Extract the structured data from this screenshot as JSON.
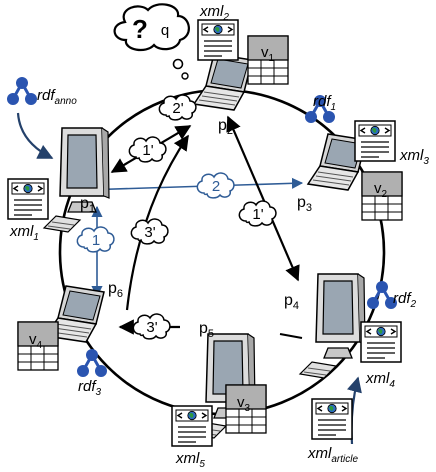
{
  "colors": {
    "ring": "#000000",
    "arrow_black": "#000000",
    "arrow_blue": "#2f5c96",
    "curved_arrow": "#24416b",
    "rdf_node": "#2a54b0",
    "screen": "#9aa6b2",
    "laptop_body": "#d6d6d6",
    "view_header": "#b0b0b0",
    "globe": "#2d6cc0",
    "globe_land": "#2e9a3c"
  },
  "peers": [
    {
      "id": "p1",
      "label": "p",
      "sub": "1",
      "device": "desktop"
    },
    {
      "id": "p2",
      "label": "p",
      "sub": "2",
      "device": "laptop"
    },
    {
      "id": "p3",
      "label": "p",
      "sub": "3",
      "device": "laptop"
    },
    {
      "id": "p4",
      "label": "p",
      "sub": "4",
      "device": "desktop"
    },
    {
      "id": "p5",
      "label": "p",
      "sub": "5",
      "device": "desktop"
    },
    {
      "id": "p6",
      "label": "p",
      "sub": "6",
      "device": "laptop"
    }
  ],
  "views": [
    {
      "id": "v1",
      "label": "v",
      "sub": "1"
    },
    {
      "id": "v2",
      "label": "v",
      "sub": "2"
    },
    {
      "id": "v3",
      "label": "v",
      "sub": "3"
    },
    {
      "id": "v4",
      "label": "v",
      "sub": "4"
    }
  ],
  "documents": [
    {
      "id": "xml1",
      "label": "xml",
      "sub": "1"
    },
    {
      "id": "xml2",
      "label": "xml",
      "sub": "2"
    },
    {
      "id": "xml3",
      "label": "xml",
      "sub": "3"
    },
    {
      "id": "xml4",
      "label": "xml",
      "sub": "4"
    },
    {
      "id": "xml5",
      "label": "xml",
      "sub": "5"
    },
    {
      "id": "xml_article",
      "label": "xml",
      "sub": "article"
    }
  ],
  "rdf_graphs": [
    {
      "id": "rdf_anno",
      "label": "rdf",
      "sub": "anno"
    },
    {
      "id": "rdf1",
      "label": "rdf",
      "sub": "1"
    },
    {
      "id": "rdf2",
      "label": "rdf",
      "sub": "2"
    },
    {
      "id": "rdf3",
      "label": "rdf",
      "sub": "3"
    }
  ],
  "steps": [
    {
      "id": "s1",
      "text": "1",
      "style": "blue"
    },
    {
      "id": "s2",
      "text": "2",
      "style": "blue"
    },
    {
      "id": "s1p_top",
      "text": "1'",
      "style": "black"
    },
    {
      "id": "s1p_right",
      "text": "1'",
      "style": "black"
    },
    {
      "id": "s2p",
      "text": "2'",
      "style": "black"
    },
    {
      "id": "s3p_left",
      "text": "3'",
      "style": "black"
    },
    {
      "id": "s3p_bottom",
      "text": "3'",
      "style": "black"
    }
  ],
  "query": {
    "symbol": "?",
    "label": "q"
  }
}
